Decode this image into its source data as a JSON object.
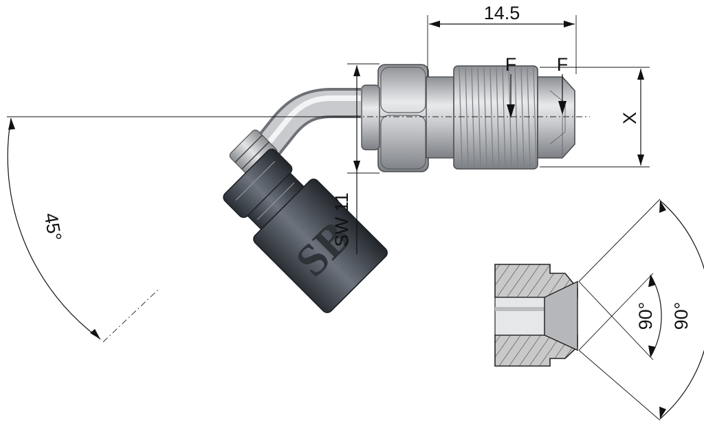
{
  "dimensions": {
    "length_label": "14.5",
    "thread_label": "X",
    "wrench_label": "SW 11",
    "bend_angle_label": "45°",
    "flare_angle_inner_label": "90°",
    "flare_angle_outer_label": "90°",
    "force_label_1": "F",
    "force_label_2": "F"
  },
  "logo": {
    "text": "SB"
  },
  "colors": {
    "steel_dark": "#8c8f93",
    "steel_light": "#e9eaec",
    "sleeve_dark": "#2a2f35",
    "sleeve_light": "#6c737c",
    "section_fill": "#c9c9c9"
  }
}
